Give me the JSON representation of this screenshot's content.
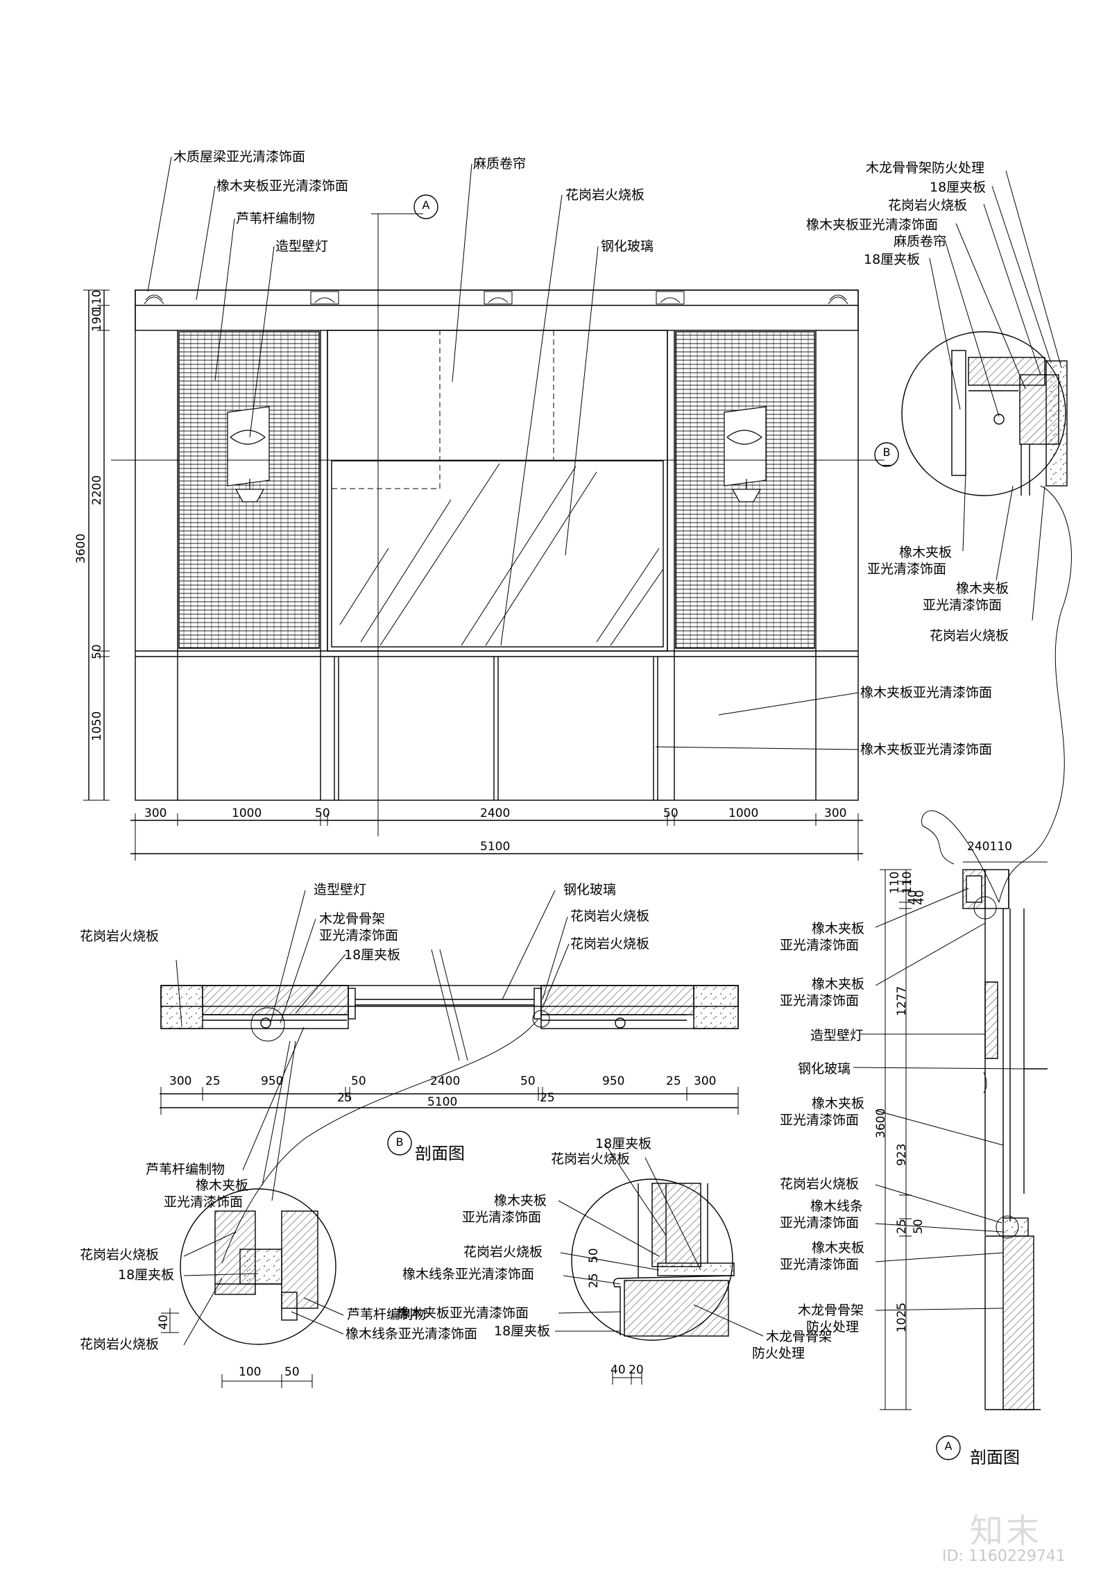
{
  "elevation": {
    "labels": {
      "beam": "木质屋梁亚光清漆饰面",
      "oak_top": "橡木夹板亚光清漆饰面",
      "reed": "芦苇杆编制物",
      "lamp": "造型壁灯",
      "blind": "麻质卷帘",
      "granite_top": "花岗岩火烧板",
      "glass": "钢化玻璃",
      "oak_low1": "橡木夹板亚光清漆饰面",
      "oak_low2": "橡木夹板亚光清漆饰面"
    },
    "detail_b_labels": {
      "keel": "木龙骨骨架防火处理",
      "ply18": "18厘夹板",
      "granite": "花岗岩火烧板",
      "oak": "橡木夹板亚光清漆饰面",
      "blind": "麻质卷帘",
      "ply18b": "18厘夹板",
      "oak2_l1": "橡木夹板",
      "oak2_l2": "亚光清漆饰面",
      "oak3_l1": "橡木夹板",
      "oak3_l2": "亚光清漆饰面",
      "granite2": "花岗岩火烧板"
    },
    "section_marks": {
      "a": "A",
      "b": "B",
      "dash": "—"
    },
    "vdims": [
      "110",
      "190",
      "2200",
      "50",
      "1050",
      "3600"
    ],
    "hdims": [
      "300",
      "1000",
      "50",
      "2400",
      "50",
      "1000",
      "300"
    ],
    "total": "5100"
  },
  "plan": {
    "labels": {
      "lamp": "造型壁灯",
      "keel_l1": "木龙骨骨架",
      "keel_l2": "亚光清漆饰面",
      "ply18": "18厘夹板",
      "granite_left": "花岗岩火烧板",
      "glass": "钢化玻璃",
      "granite_r1": "花岗岩火烧板",
      "granite_r2": "花岗岩火烧板",
      "reed": "芦苇杆编制物",
      "oak_l1": "橡木夹板",
      "oak_l2": "亚光清漆饰面"
    },
    "dims": [
      "300",
      "25",
      "950",
      "50",
      "2400",
      "50",
      "950",
      "25",
      "300"
    ],
    "dims_low": [
      "25",
      "5100",
      "25"
    ],
    "title": "剖面图",
    "mark": "B"
  },
  "detail_small": {
    "labels": {
      "granite1": "花岗岩火烧板",
      "ply18": "18厘夹板",
      "granite2": "花岗岩火烧板",
      "reed": "芦苇杆编制物",
      "oakline": "橡木线条亚光清漆饰面"
    },
    "dims": [
      "40",
      "100",
      "50"
    ]
  },
  "detail_mid": {
    "labels": {
      "ply18": "18厘夹板",
      "granite": "花岗岩火烧板",
      "oak_l1": "橡木夹板",
      "oak_l2": "亚光清漆饰面",
      "granite2": "花岗岩火烧板",
      "oakline": "橡木线条亚光清漆饰面",
      "oak3": "橡木夹板亚光清漆饰面",
      "ply18b": "18厘夹板",
      "keel_l1": "木龙骨骨架",
      "keel_l2": "防火处理"
    },
    "dims": [
      "25",
      "50",
      "40",
      "20"
    ]
  },
  "section_a": {
    "labels": {
      "oak1_l1": "橡木夹板",
      "oak1_l2": "亚光清漆饰面",
      "oak2_l1": "橡木夹板",
      "oak2_l2": "亚光清漆饰面",
      "lamp": "造型壁灯",
      "glass": "钢化玻璃",
      "oak3_l1": "橡木夹板",
      "oak3_l2": "亚光清漆饰面",
      "granite": "花岗岩火烧板",
      "line_l1": "橡木线条",
      "line_l2": "亚光清漆饰面",
      "oak4_l1": "橡木夹板",
      "oak4_l2": "亚光清漆饰面",
      "keel_l1": "木龙骨骨架",
      "keel_l2": "防火处理"
    },
    "top_dims": "240110",
    "vdims": [
      "110",
      "110",
      "40",
      "40",
      "1277",
      "3600",
      "923",
      "25",
      "50",
      "1025"
    ],
    "title": "剖面图",
    "mark": "A"
  },
  "watermark": {
    "brand": "知末",
    "id": "ID: 1160229741"
  }
}
